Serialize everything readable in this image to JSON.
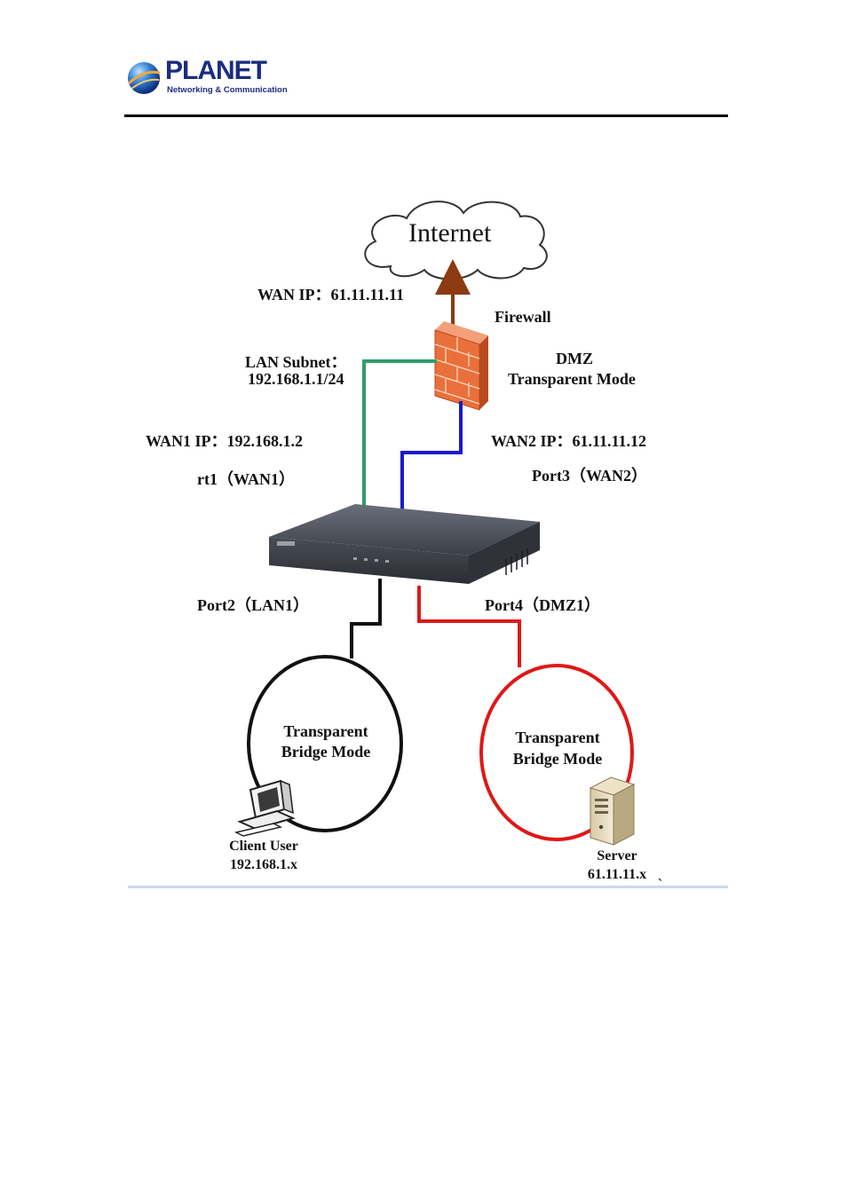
{
  "header": {
    "brand": "PLANET",
    "tagline": "Networking & Communication"
  },
  "diagram": {
    "internet": "Internet",
    "wan_ip": "WAN IP：61.11.11.11",
    "firewall": "Firewall",
    "dmz_title": "DMZ",
    "dmz_mode": "Transparent Mode",
    "lan_subnet_label": "LAN Subnet：",
    "lan_subnet_value": "192.168.1.1/24",
    "wan1_ip": "WAN1 IP：192.168.1.2",
    "port1": "rt1（WAN1）",
    "wan2_ip": "WAN2 IP：61.11.11.12",
    "port3": "Port3（WAN2）",
    "port2": "Port2（LAN1）",
    "port4": "Port4（DMZ1）",
    "lan_zone_line1": "Transparent",
    "lan_zone_line2": "Bridge Mode",
    "dmz_zone_line1": "Transparent",
    "dmz_zone_line2": "Bridge Mode",
    "client_label": "Client User",
    "client_ip": "192.168.1.x",
    "server_label": "Server",
    "server_ip": "61.11.11.x",
    "stray_mark": "、"
  },
  "colors": {
    "brand_blue": "#1b2d80",
    "lan_link": "#2e9e6b",
    "wan2_link": "#1a1acc",
    "dmz_link": "#e01818",
    "internet_link": "#8b3a12",
    "firewall": "#e9703a"
  },
  "icons": [
    "planet-globe-icon",
    "internet-cloud-icon",
    "firewall-icon",
    "gateway-device-icon",
    "client-computer-icon",
    "server-icon"
  ]
}
